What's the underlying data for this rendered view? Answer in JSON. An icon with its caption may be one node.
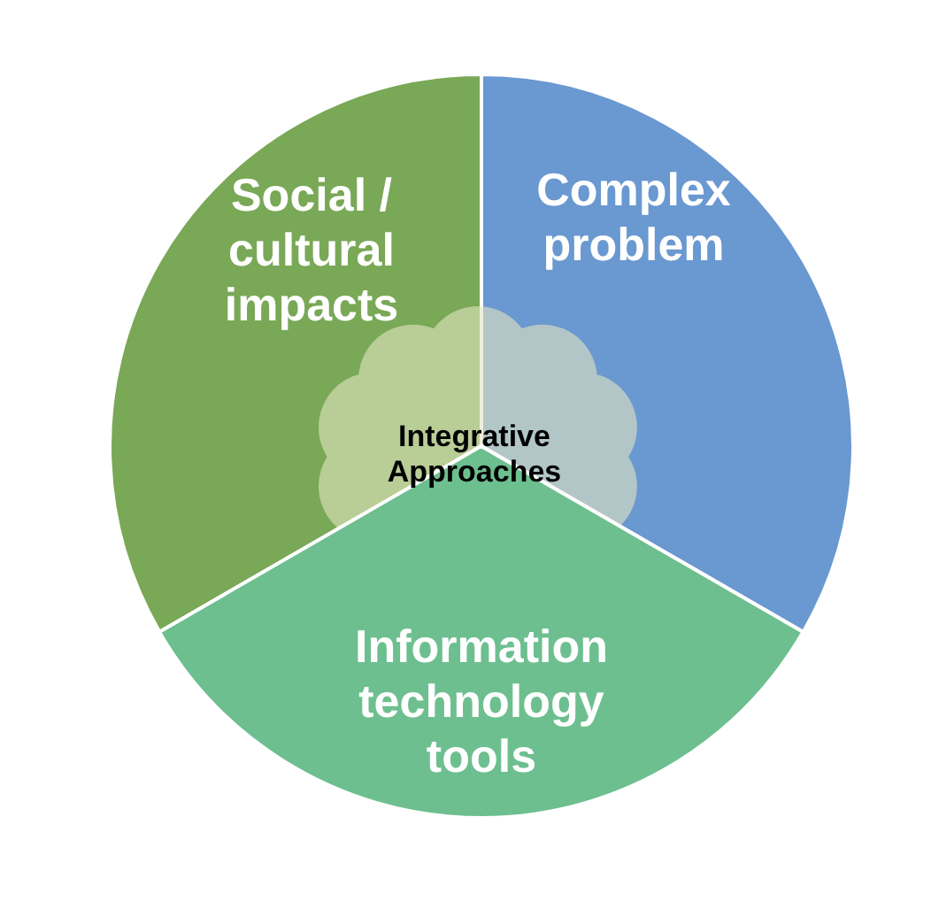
{
  "diagram": {
    "nodes": [
      {
        "text": [
          "Social / cultural impacts"
        ]
      },
      {
        "text": [
          "Complex problem"
        ]
      },
      {
        "text": [
          "Integrative Approaches"
        ]
      },
      {
        "text": [
          "Information technology tools"
        ]
      }
    ]
  }
}
